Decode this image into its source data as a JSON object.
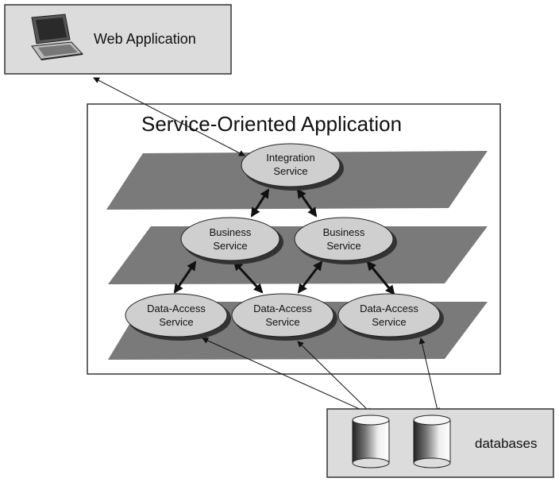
{
  "web_app": {
    "label": "Web Application"
  },
  "soa": {
    "title": "Service-Oriented Application"
  },
  "nodes": {
    "integration": {
      "line1": "Integration",
      "line2": "Service"
    },
    "business_left": {
      "line1": "Business",
      "line2": "Service"
    },
    "business_right": {
      "line1": "Business",
      "line2": "Service"
    },
    "data_left": {
      "line1": "Data-Access",
      "line2": "Service"
    },
    "data_mid": {
      "line1": "Data-Access",
      "line2": "Service"
    },
    "data_right": {
      "line1": "Data-Access",
      "line2": "Service"
    }
  },
  "databases": {
    "label": "databases"
  },
  "colors": {
    "box_fill": "#dcdcdc",
    "plane_fill": "#7a7a7a",
    "node_fill": "#cfcfcf",
    "node_shadow": "#333333",
    "arrow": "#111111"
  },
  "icons": [
    "laptop-icon",
    "database-icon"
  ]
}
